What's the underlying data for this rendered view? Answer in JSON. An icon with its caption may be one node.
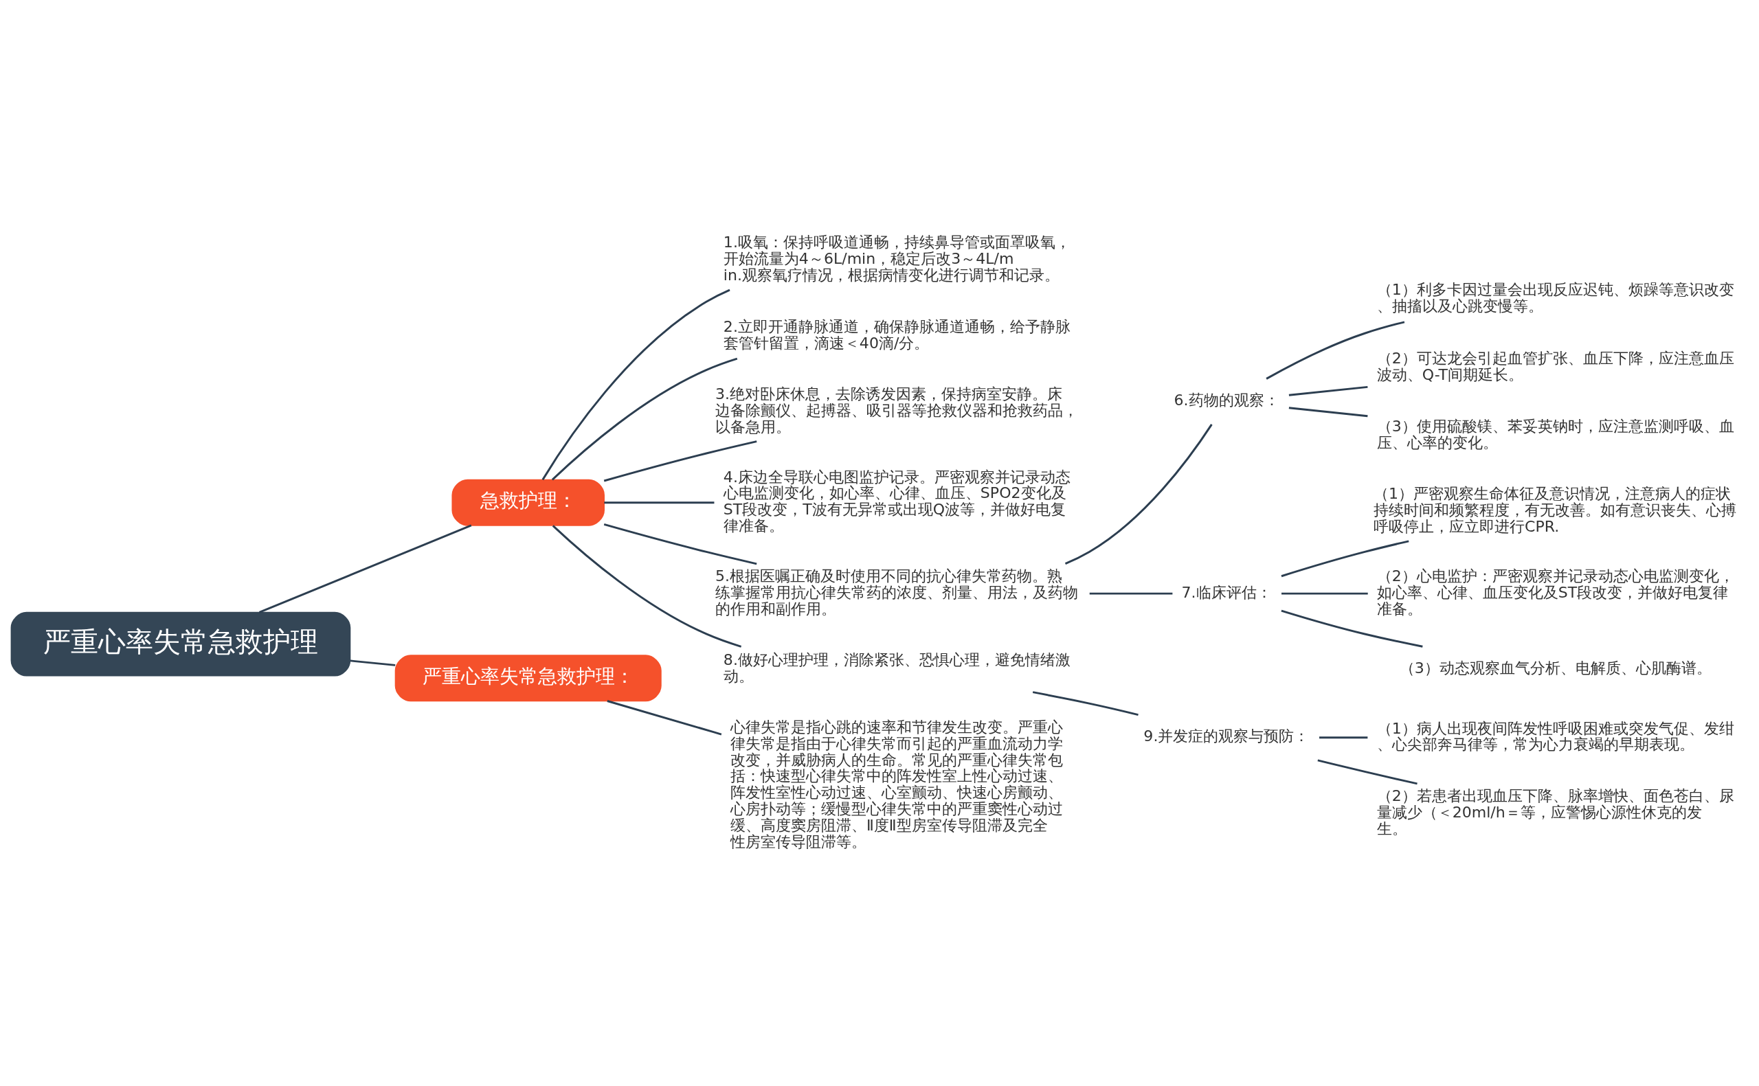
{
  "diagram": {
    "nodes": [
      {
        "text": [
          "严重心率失常急救护理"
        ]
      },
      {
        "text": [
          "急救护理："
        ]
      },
      {
        "text": [
          "1.吸氧：保持呼吸道通畅，持续鼻导管或面罩吸氧，开始流量为4～6L/min，稳定后改3～4L/min.观察氧疗情况，根据病情变化进行调节和记录。"
        ]
      },
      {
        "text": [
          "2.立即开通静脉通道，确保静脉通道通畅，给予静脉套管针留置，滴速＜40滴/分。"
        ]
      },
      {
        "text": [
          "3.绝对卧床休息，去除诱发因素，保持病室安静。床边备除颤仪、起搏器、吸引器等抢救仪器和抢救药品，以备急用。"
        ]
      },
      {
        "text": [
          "4.床边全导联心电图监护记录。严密观察并记录动态心电监测变化，如心率、心律、血压、SPO2变化及ST段改变，T波有无异常或出现Q波等，并做好电复律准备。"
        ]
      },
      {
        "text": [
          "5.根据医嘱正确及时使用不同的抗心律失常药物。熟练掌握常用抗心律失常药的浓度、剂量、用法，及药物的作用和副作用。"
        ]
      },
      {
        "text": [
          "6.药物的观察："
        ]
      },
      {
        "text": [
          "（1）利多卡因过量会出现反应迟钝、烦躁等意识改变、抽搐以及心跳变慢等。"
        ]
      },
      {
        "text": [
          "（2）可达龙会引起血管扩张、血压下降，应注意血压波动、Q-T间期延长。"
        ]
      },
      {
        "text": [
          "（3）使用硫酸镁、苯妥英钠时，应注意监测呼吸、血压、心率的变化。"
        ]
      },
      {
        "text": [
          "7.临床评估："
        ]
      },
      {
        "text": [
          "（1）严密观察生命体征及意识情况，注意病人的症状持续时间和频繁程度，有无改善。如有意识丧失、心搏呼吸停止，应立即进行CPR."
        ]
      },
      {
        "text": [
          "（2）心电监护：严密观察并记录动态心电监测变化，如心率、心律、血压变化及ST段改变，并做好电复律准备。"
        ]
      },
      {
        "text": [
          "（3）动态观察血气分析、电解质、心肌酶谱。"
        ]
      },
      {
        "text": [
          "8.做好心理护理，消除紧张、恐惧心理，避免情绪激动。"
        ]
      },
      {
        "text": [
          "9.并发症的观察与预防："
        ]
      },
      {
        "text": [
          "（1）病人出现夜间阵发性呼吸困难或突发气促、发绀、心尖部奔马律等，常为心力衰竭的早期表现。"
        ]
      },
      {
        "text": [
          "（2）若患者出现血压下降、脉率增快、面色苍白、尿量减少（＜20ml/h＝等，应警惕心源性休克的发生。"
        ]
      },
      {
        "text": [
          "严重心率失常急救护理："
        ]
      },
      {
        "text": [
          "心律失常是指心跳的速率和节律发生改变。严重心律失常是指由于心律失常而引起的严重血流动力学改变，并威胁病人的生命。常见的严重心律失常包括：快速型心律失常中的阵发性室上性心动过速、阵发性室性心动过速、心室颤动、快速心房颤动、心房扑动等；缓慢型心律失常中的严重窦性心动过缓、高度窦房阻滞、Ⅱ度Ⅱ型房室传导阻滞及完全性房室传导阻滞等。"
        ]
      }
    ],
    "edges": [
      {
        "from": 0,
        "to": 1,
        "arrow": "none"
      },
      {
        "from": 1,
        "to": 2,
        "arrow": "none"
      },
      {
        "from": 1,
        "to": 3,
        "arrow": "none"
      },
      {
        "from": 1,
        "to": 4,
        "arrow": "none"
      },
      {
        "from": 1,
        "to": 5,
        "arrow": "none"
      },
      {
        "from": 1,
        "to": 6,
        "arrow": "none"
      },
      {
        "from": 6,
        "to": 7,
        "arrow": "none"
      },
      {
        "from": 7,
        "to": 8,
        "arrow": "none"
      },
      {
        "from": 7,
        "to": 9,
        "arrow": "none"
      },
      {
        "from": 7,
        "to": 10,
        "arrow": "none"
      },
      {
        "from": 6,
        "to": 11,
        "arrow": "none"
      },
      {
        "from": 11,
        "to": 12,
        "arrow": "none"
      },
      {
        "from": 11,
        "to": 13,
        "arrow": "none"
      },
      {
        "from": 11,
        "to": 14,
        "arrow": "none"
      },
      {
        "from": 1,
        "to": 15,
        "arrow": "none"
      },
      {
        "from": 15,
        "to": 16,
        "arrow": "none"
      },
      {
        "from": 16,
        "to": 17,
        "arrow": "none"
      },
      {
        "from": 16,
        "to": 18,
        "arrow": "none"
      },
      {
        "from": 0,
        "to": 19,
        "arrow": "none"
      },
      {
        "from": 19,
        "to": 20,
        "arrow": "none"
      }
    ]
  }
}
